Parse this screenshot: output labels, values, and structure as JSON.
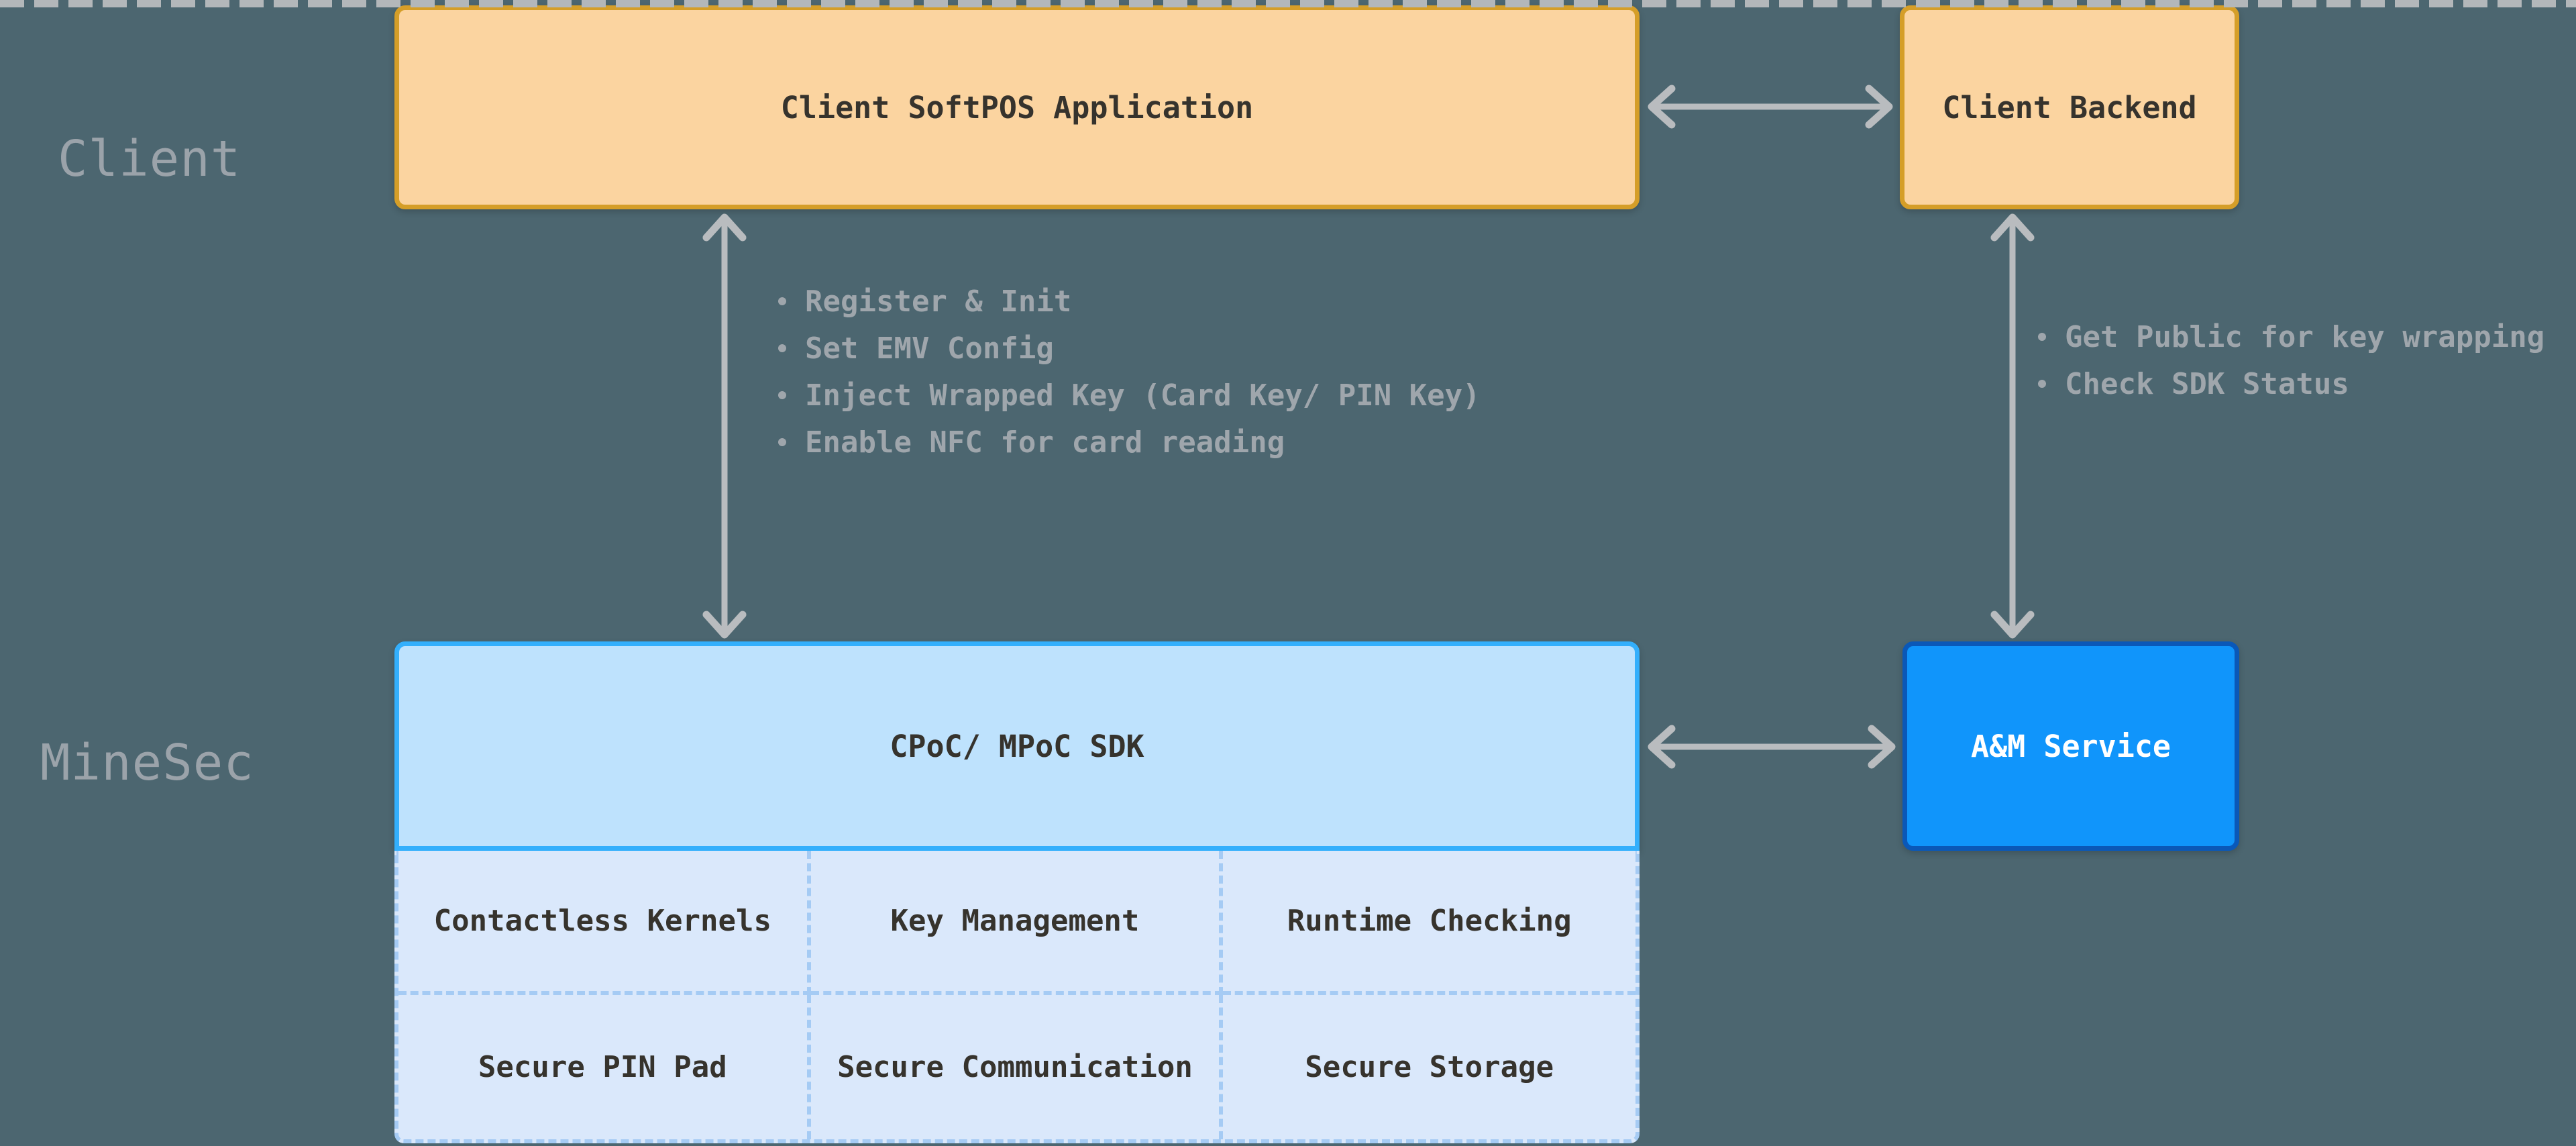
{
  "zones": {
    "client_label": "Client",
    "minesec_label": "MineSec"
  },
  "nodes": {
    "softpos": {
      "label": "Client SoftPOS Application"
    },
    "backend": {
      "label": "Client Backend"
    },
    "sdk": {
      "label": "CPoC/ MPoC SDK"
    },
    "am_service": {
      "label": "A&M Service"
    }
  },
  "sdk_modules": {
    "row1": [
      "Contactless Kernels",
      "Key Management",
      "Runtime Checking"
    ],
    "row2": [
      "Secure PIN Pad",
      "Secure Communication",
      "Secure Storage"
    ]
  },
  "annotations": {
    "softpos_to_sdk": [
      "Register & Init",
      "Set EMV Config",
      "Inject Wrapped Key (Card Key/ PIN Key)",
      "Enable NFC for card reading"
    ],
    "backend_to_am": [
      "Get Public for key wrapping",
      "Check SDK Status"
    ]
  },
  "colors": {
    "bg": "#4C6670",
    "zone_label": "#9BA3AA",
    "annotation": "#9FA6AC",
    "arrow": "#B9BCBF",
    "separator": "#B3B7BA",
    "orange_fill": "#FBD4A0",
    "orange_border": "#D59E28",
    "sky_fill": "#BEE2FD",
    "sky_border": "#33AFFC",
    "cell_fill": "#DAE8FB",
    "cell_border": "#A5CBF4",
    "blue_fill": "#1095FB",
    "blue_border": "#0A58B8",
    "dark_text": "#36332D",
    "white_text": "#FFFFFF"
  }
}
